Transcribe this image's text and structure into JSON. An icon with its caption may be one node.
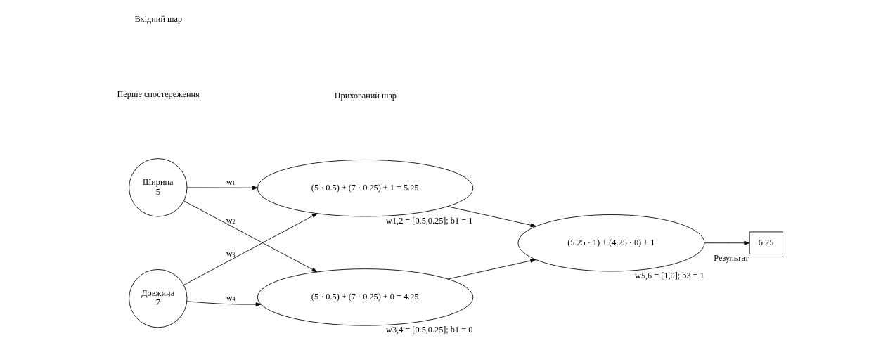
{
  "diagram": {
    "nodes": [
      {
        "text": [
          "Ширина",
          "5"
        ]
      },
      {
        "text": [
          "Довжина",
          "7"
        ]
      },
      {
        "text": [
          "(5 · 0.5) + (7 · 0.25) + 1 = 5.25"
        ],
        "beside": [
          "w1,2 = [0.5,0.25]; b1 = 1"
        ]
      },
      {
        "text": [
          "(5 · 0.5) + (7 · 0.25) + 0 = 4.25"
        ],
        "beside": [
          "w3,4 = [0.5,0.25]; b1 = 0"
        ]
      },
      {
        "text": [
          "(5.25 · 1) + (4.25 · 0) + 1"
        ],
        "beside": [
          "w5,6 = [1,0]; b3 = 1"
        ]
      },
      {
        "text": [
          "6.25"
        ],
        "beside": [
          "Результат"
        ]
      }
    ],
    "edges": [
      {
        "from": 0,
        "to": 2,
        "arrow": "to",
        "label": "w$_{1}$"
      },
      {
        "from": 0,
        "to": 3,
        "arrow": "to",
        "label": "w$_{2}$"
      },
      {
        "from": 1,
        "to": 2,
        "arrow": "to",
        "label": "w$_{3}$"
      },
      {
        "from": 1,
        "to": 3,
        "arrow": "to",
        "label": "w$_{4}$"
      },
      {
        "from": 2,
        "to": 4,
        "arrow": "to"
      },
      {
        "from": 3,
        "to": 4,
        "arrow": "to"
      },
      {
        "from": 4,
        "to": 5,
        "arrow": "to"
      }
    ],
    "labels": [
      "Вхідний шар",
      "Прихований шар",
      "Перше спостереження"
    ]
  }
}
